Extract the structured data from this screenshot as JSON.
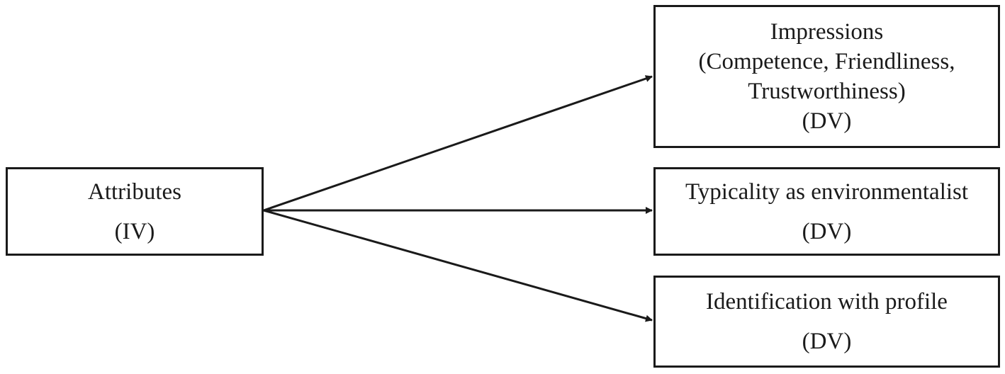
{
  "nodes": {
    "iv": {
      "title": "Attributes",
      "role": "(IV)"
    },
    "impressions": {
      "title": "Impressions",
      "detail_line1": "(Competence, Friendliness,",
      "detail_line2": "Trustworthiness)",
      "role": "(DV)"
    },
    "typicality": {
      "title": "Typicality as environmentalist",
      "role": "(DV)"
    },
    "identification": {
      "title": "Identification with profile",
      "role": "(DV)"
    }
  },
  "edges": [
    {
      "from": "Attributes",
      "to": "Impressions"
    },
    {
      "from": "Attributes",
      "to": "Typicality as environmentalist"
    },
    {
      "from": "Attributes",
      "to": "Identification with profile"
    }
  ],
  "colors": {
    "stroke": "#1a1a1a",
    "background": "#ffffff"
  }
}
